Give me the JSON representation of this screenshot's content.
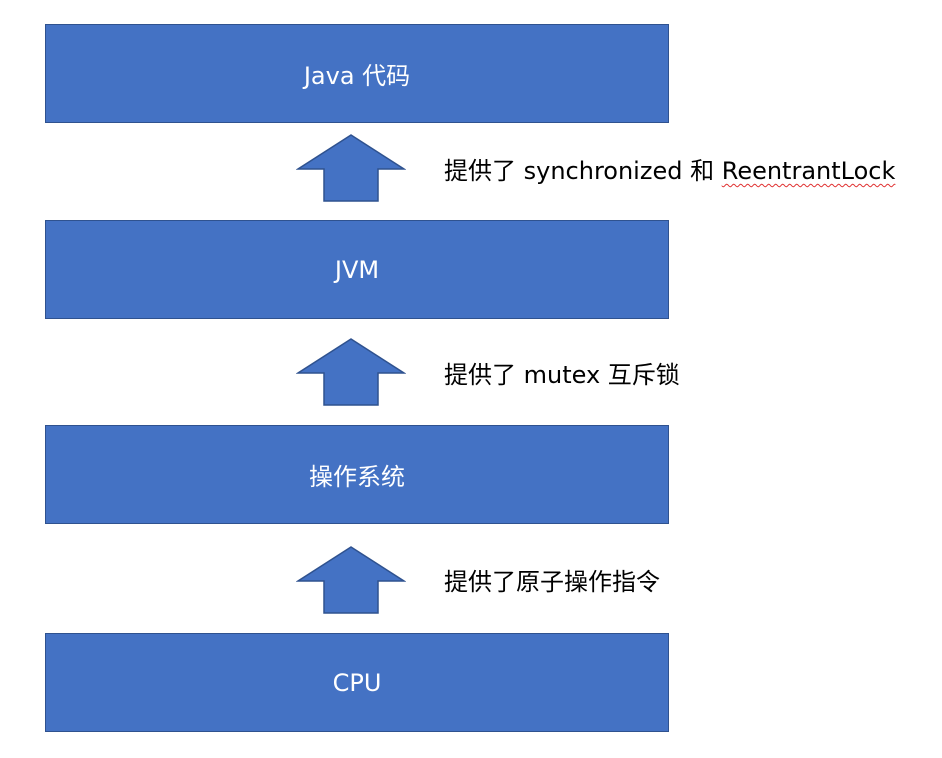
{
  "layers": [
    {
      "label": "Java 代码"
    },
    {
      "label": "JVM"
    },
    {
      "label": "操作系统"
    },
    {
      "label": "CPU"
    }
  ],
  "arrows": [
    {
      "label_prefix": "提供了 synchronized 和 ",
      "label_flagged": "ReentrantLock"
    },
    {
      "label_prefix": "提供了 mutex 互斥锁",
      "label_flagged": ""
    },
    {
      "label_prefix": "提供了原子操作指令",
      "label_flagged": ""
    }
  ],
  "colors": {
    "box_fill": "#4472c4",
    "box_border": "#2f528f",
    "box_text": "#ffffff",
    "label_text": "#000000",
    "spellcheck_underline": "#e03030"
  }
}
